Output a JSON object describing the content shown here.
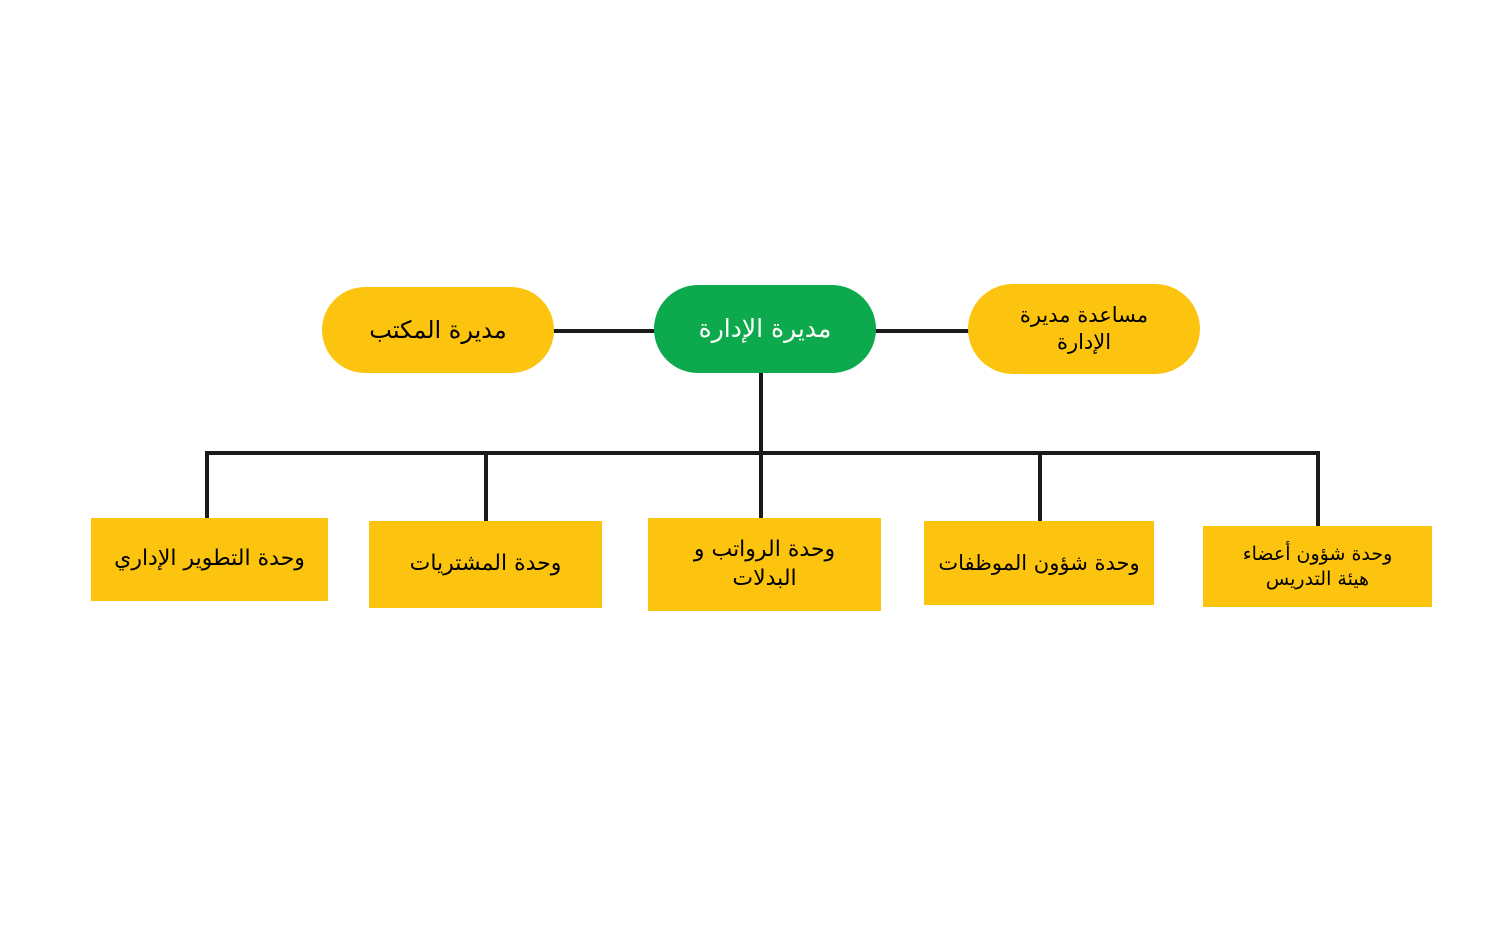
{
  "diagram": {
    "title": "مديرة الإدارة",
    "type": "organizational-chart",
    "direction": "rtl",
    "colors": {
      "root_fill": "#0CAA4C",
      "root_text": "#FFFFFF",
      "node_fill": "#FCC40F",
      "node_text": "#000000",
      "connector": "#1A1A1A",
      "background": "#FFFFFF"
    },
    "root": {
      "label": "مديرة الإدارة",
      "shape": "pill",
      "fill": "#0CAA4C"
    },
    "peers": [
      {
        "label": "مديرة المكتب",
        "shape": "pill",
        "side": "left",
        "fill": "#FCC40F"
      },
      {
        "label": "مساعدة مديرة\nالإدارة",
        "shape": "pill",
        "side": "right",
        "fill": "#FCC40F"
      }
    ],
    "children": [
      {
        "label": "وحدة التطوير الإداري",
        "shape": "rect",
        "fill": "#FCC40F"
      },
      {
        "label": "وحدة المشتريات",
        "shape": "rect",
        "fill": "#FCC40F"
      },
      {
        "label": "وحدة الرواتب و\nالبدلات",
        "shape": "rect",
        "fill": "#FCC40F"
      },
      {
        "label": "وحدة شؤون الموظفات",
        "shape": "rect",
        "fill": "#FCC40F"
      },
      {
        "label": "وحدة شؤون أعضاء\nهيئة التدريس",
        "shape": "rect",
        "fill": "#FCC40F"
      }
    ]
  }
}
